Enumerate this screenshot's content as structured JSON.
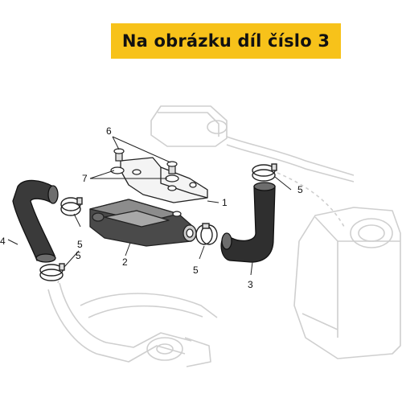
{
  "banner": {
    "text": "Na obrázku díl číslo 3"
  },
  "callouts": {
    "c1": "1",
    "c2": "2",
    "c3": "3",
    "c4": "4",
    "c5a": "5",
    "c5b": "5",
    "c5c": "5",
    "c5d": "5",
    "c6": "6",
    "c7": "7"
  },
  "colors": {
    "banner": "#f7c21a",
    "highlight_part": "#2f2f2f",
    "ghost_outline": "#cfcfcf",
    "line": "#222222"
  }
}
